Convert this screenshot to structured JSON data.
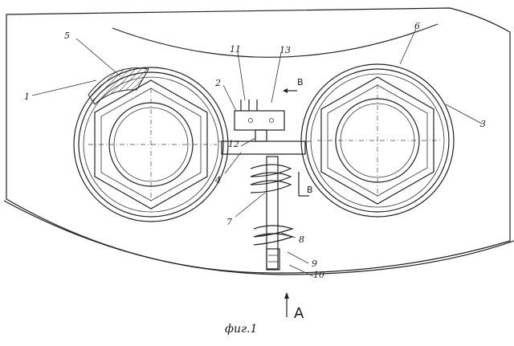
{
  "figure": {
    "caption": "фиг.1",
    "view_label": "A",
    "section_label": "B",
    "callouts": [
      "1",
      "2",
      "3",
      "4",
      "5",
      "6",
      "7",
      "8",
      "9",
      "10",
      "11",
      "12",
      "13"
    ]
  }
}
